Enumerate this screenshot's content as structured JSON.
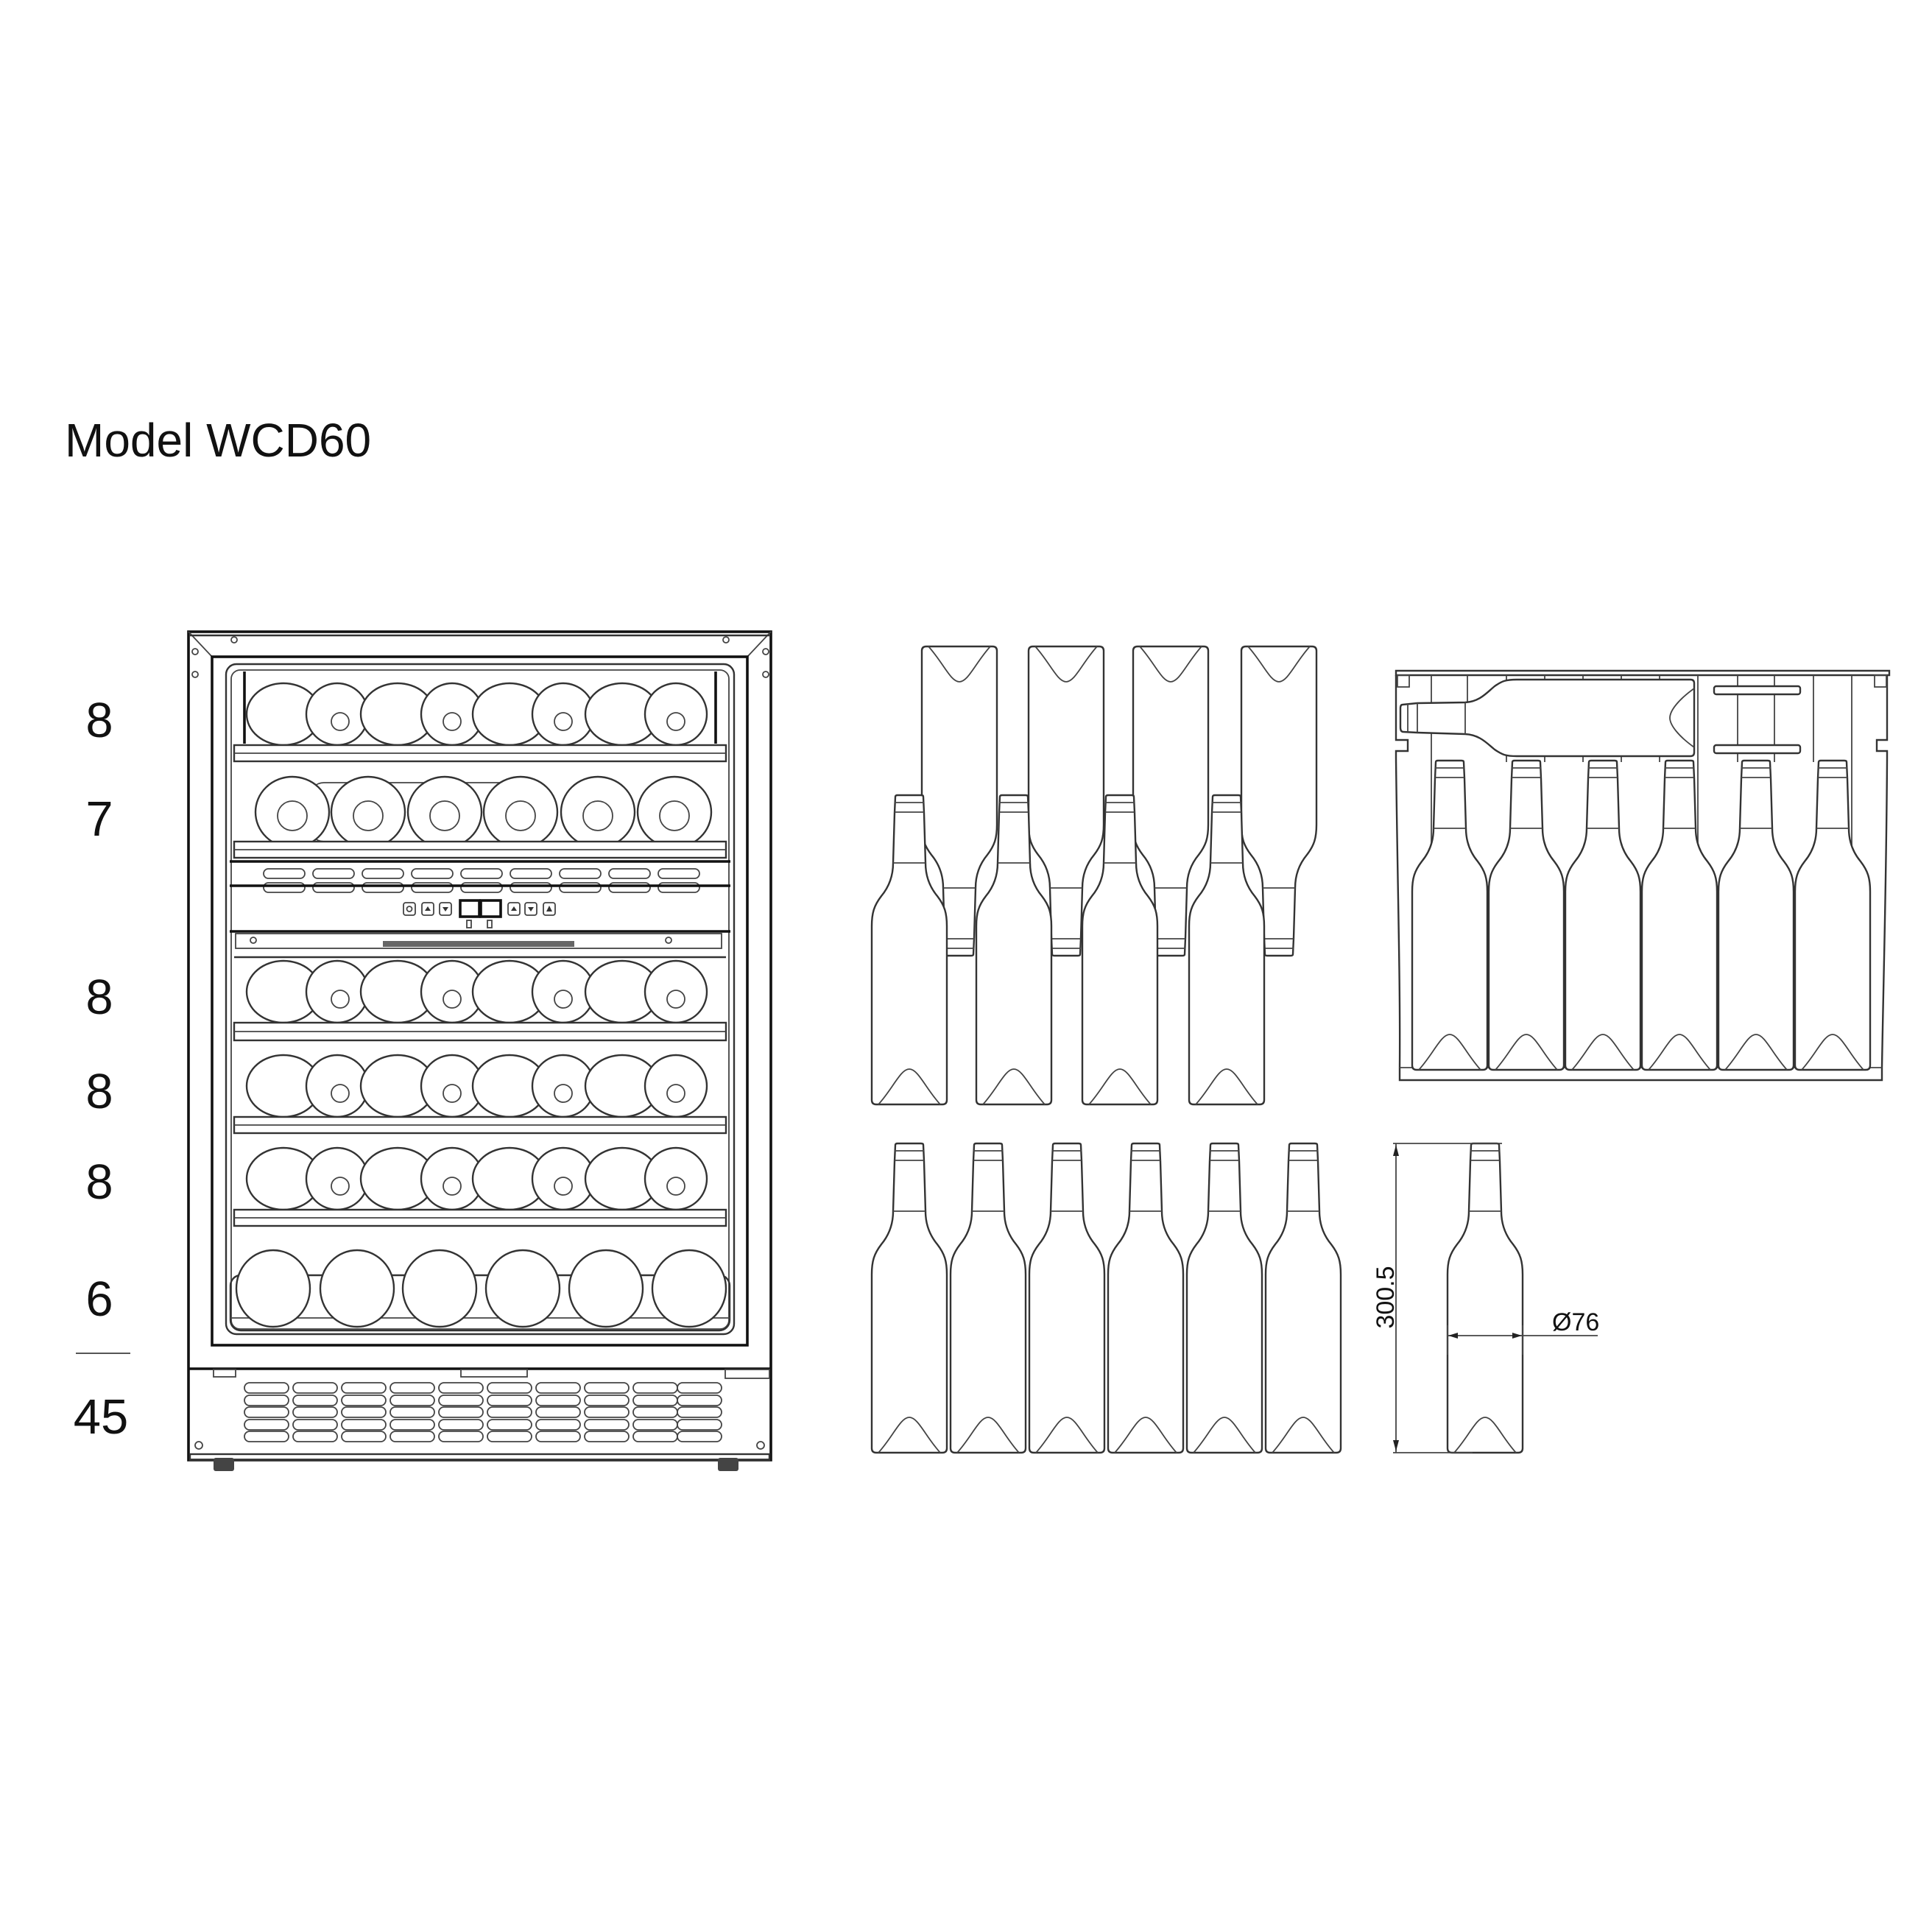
{
  "title": "Model WCD60",
  "shelf_counts": [
    {
      "shelf": 1,
      "zone": "upper",
      "bottles": "8",
      "layout": "alternating (4 base / 4 neck)"
    },
    {
      "shelf": 2,
      "zone": "upper",
      "bottles": "7",
      "layout": "neck-facing"
    },
    {
      "shelf": 3,
      "zone": "lower",
      "bottles": "8",
      "layout": "alternating (4 base / 4 neck)"
    },
    {
      "shelf": 4,
      "zone": "lower",
      "bottles": "8",
      "layout": "alternating (4 base / 4 neck)"
    },
    {
      "shelf": 5,
      "zone": "lower",
      "bottles": "8",
      "layout": "alternating (4 base / 4 neck)"
    },
    {
      "shelf": 6,
      "zone": "lower",
      "bottles": "6",
      "layout": "base-facing, bottom tray"
    }
  ],
  "total": "45",
  "bottle_spec": {
    "height_label": "300.5",
    "diameter_label": "Ø76"
  },
  "views": {
    "front": "wine cooler front elevation, dual zone, 6 shelves",
    "shelf_alternating": "8 bottles: 4 upright + 4 inverted",
    "shelf_rack_side": "6 upright bottles + 1 horizontal",
    "bottom_row": "6 upright bottles",
    "reference_bottle": "single bottle with dimensions"
  },
  "colors": {
    "line": "#333333",
    "text": "#111111",
    "background": "#ffffff"
  }
}
